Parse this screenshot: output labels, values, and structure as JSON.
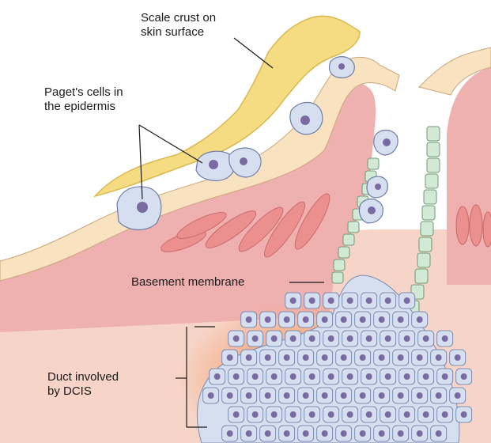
{
  "labels": {
    "scale_crust": [
      "Scale crust on",
      "skin surface"
    ],
    "pagets_cells": [
      "Paget's cells in",
      "the epidermis"
    ],
    "basement_membrane": "Basement membrane",
    "duct_dcis": [
      "Duct involved",
      "by DCIS"
    ]
  },
  "colors": {
    "stroma": "#f6d5c8",
    "dermis": "#efb0b0",
    "epidermis": "#f8e2c0",
    "crust": "#f5dc82",
    "pagets_cell": "#d6dff0",
    "nucleus": "#7a6aa2",
    "duct_lining": "#d2ead5",
    "vessel": "#ec8f8f",
    "glow": "#f4b08a"
  }
}
